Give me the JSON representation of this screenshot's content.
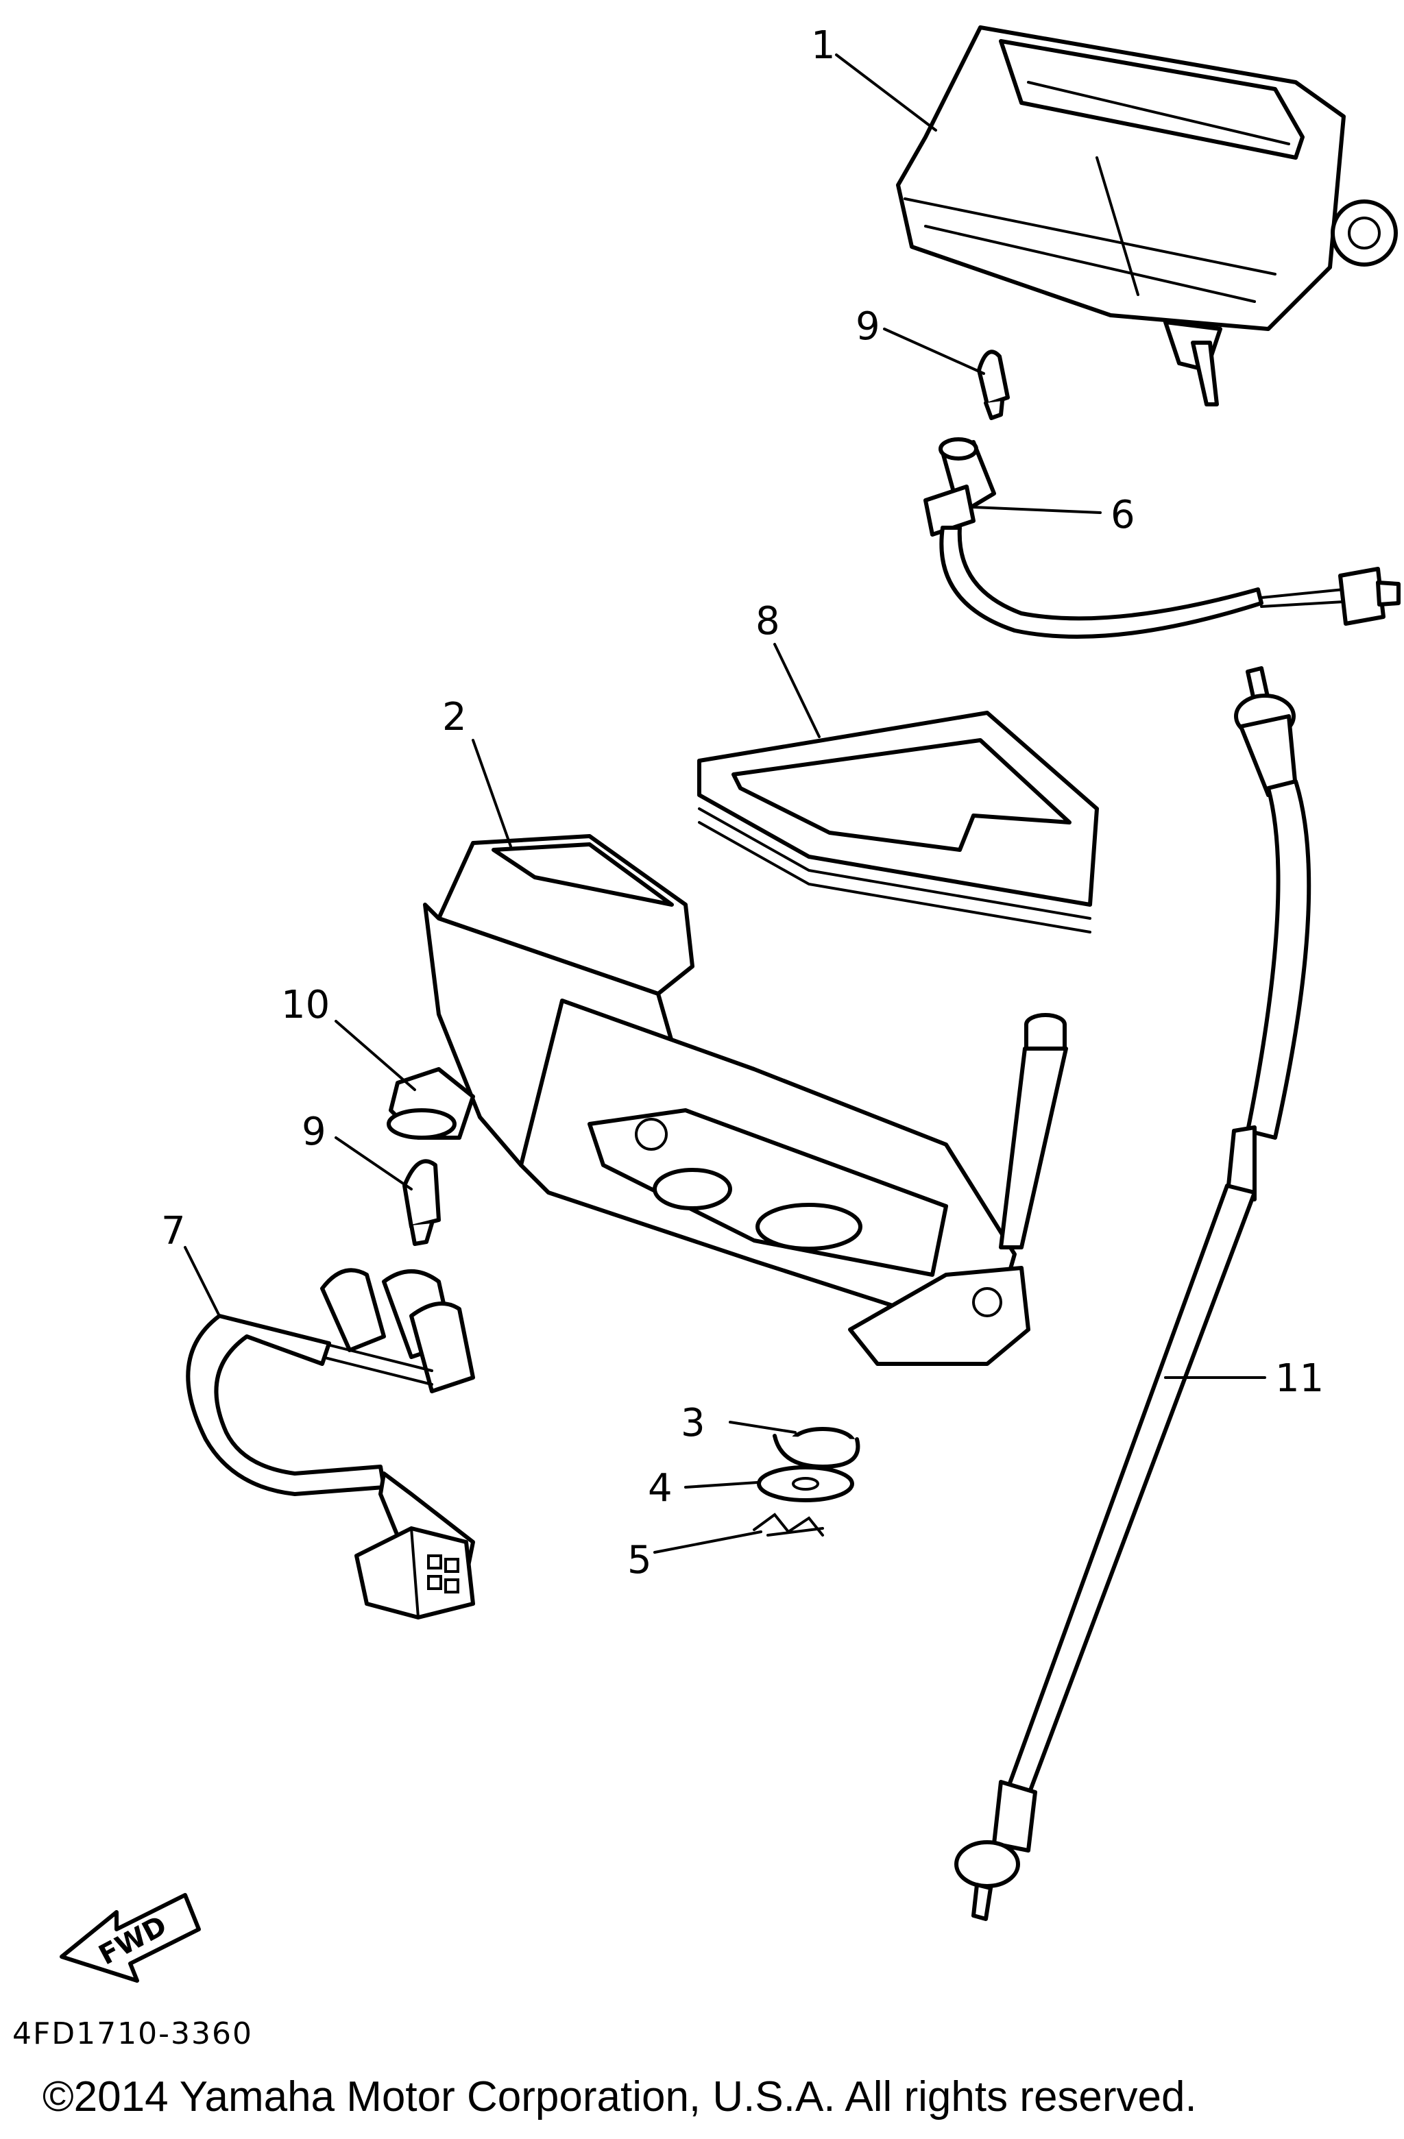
{
  "callouts": {
    "c1": "1",
    "c2": "2",
    "c3": "3",
    "c4": "4",
    "c5": "5",
    "c6": "6",
    "c7": "7",
    "c8": "8",
    "c9a": "9",
    "c9b": "9",
    "c10": "10",
    "c11": "11"
  },
  "fwd_label": "FWD",
  "diagram_code": "4FD1710-3360",
  "copyright": "©2014 Yamaha Motor Corporation, U.S.A. All rights reserved."
}
